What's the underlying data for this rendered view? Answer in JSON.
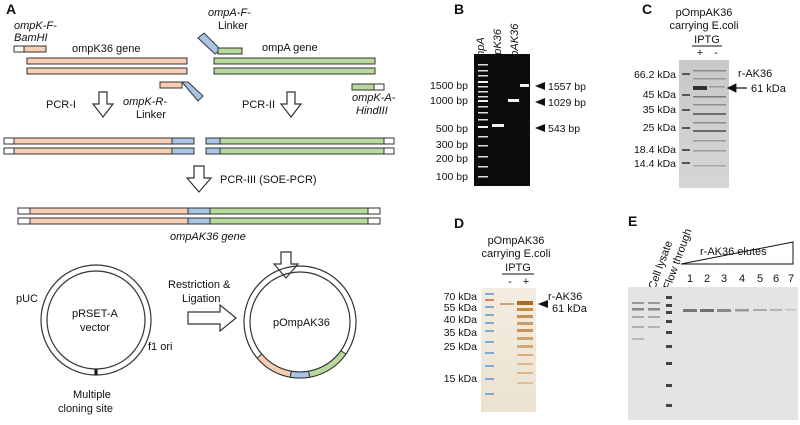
{
  "panels": {
    "A": {
      "label": "A",
      "primer_ompK_F": "ompK-F-",
      "primer_ompK_F_site": "BamHI",
      "primer_ompA_F": "ompA-F-",
      "primer_ompA_F_linker": "Linker",
      "gene_ompK36": "ompK36 gene",
      "gene_ompA": "ompA gene",
      "primer_ompK_R": "ompK-R-",
      "primer_ompK_R_linker": "Linker",
      "primer_ompK_A": "ompK-A-",
      "primer_ompK_A_site": "HindIII",
      "pcr1": "PCR-I",
      "pcr2": "PCR-II",
      "pcr3": "PCR-III (SOE-PCR)",
      "gene_ompAK36": "ompAK36 gene",
      "puc": "pUC",
      "vector_line1": "pRSET-A",
      "vector_line2": "vector",
      "f1ori": "f1 ori",
      "mcs_line1": "Multiple",
      "mcs_line2": "cloning site",
      "restriction_line1": "Restriction &",
      "restriction_line2": "Ligation",
      "pompak36": "pOmpAK36"
    },
    "B": {
      "label": "B",
      "lanes": [
        "ompA",
        "ompK36",
        "ompAK36"
      ],
      "ladder_left": [
        "1500 bp",
        "1000 bp",
        "500 bp",
        "300 bp",
        "200 bp",
        "100 bp"
      ],
      "bands_right": [
        "1557 bp",
        "1029 bp",
        "543 bp"
      ]
    },
    "C": {
      "label": "C",
      "title_line1": "pOmpAK36",
      "title_line2": "carrying E.coli",
      "iptg": "IPTG",
      "lane_plus": "+",
      "lane_minus": "-",
      "markers": [
        "66.2 kDa",
        "45 kDa",
        "35 kDa",
        "25 kDa",
        "18.4 kDa",
        "14.4 kDa"
      ],
      "band_name": "r-AK36",
      "band_size": "61 kDa"
    },
    "D": {
      "label": "D",
      "title_line1": "pOmpAK36",
      "title_line2": "carrying E.coli",
      "iptg": "IPTG",
      "lane_minus": "-",
      "lane_plus": "+",
      "markers": [
        "70 kDa",
        "55 kDa",
        "40 kDa",
        "35 kDa",
        "25 kDa",
        "15 kDa"
      ],
      "band_name": "r-AK36",
      "band_size": "61 kDa"
    },
    "E": {
      "label": "E",
      "lane_cell_lysate": "Cell lysate",
      "lane_flow_through": "Flow through",
      "elutes_label": "r-AK36 elutes",
      "elute_numbers": [
        "1",
        "2",
        "3",
        "4",
        "5",
        "6",
        "7"
      ]
    }
  },
  "colors": {
    "ompK36": "#f7cdb3",
    "ompA": "#b9d99c",
    "linker": "#a8c4e6",
    "primer_white": "#ffffff",
    "gel_black": "#0b0b0b",
    "sds_gray": "#cfcfcf",
    "silver_bg": "#efe6d6"
  }
}
